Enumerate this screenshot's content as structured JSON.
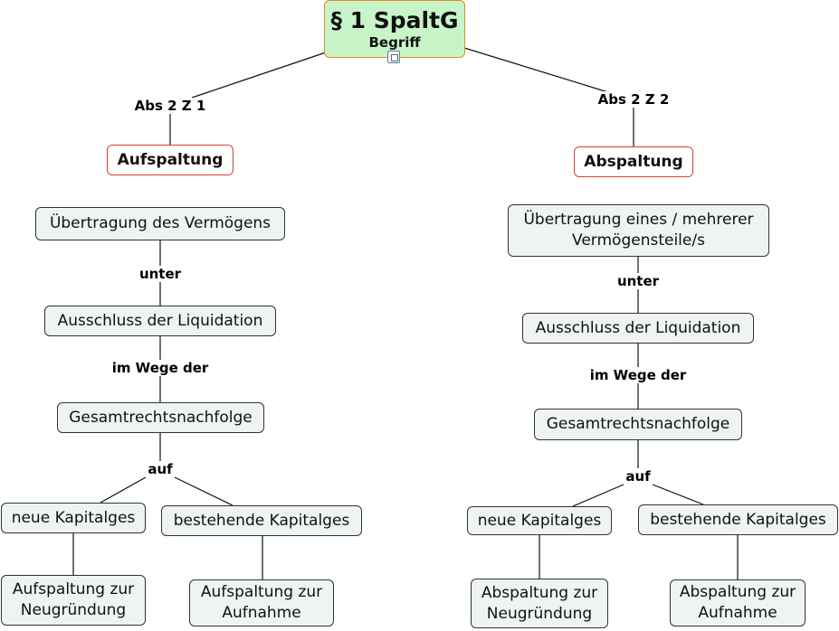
{
  "root": {
    "title": "§ 1 SpaltG",
    "subtitle": "Begriff",
    "icon": "note-icon"
  },
  "left": {
    "link_label": "Abs 2 Z 1",
    "branch": "Aufspaltung",
    "transfer": "Übertragung des Vermögens",
    "link_unter": "unter",
    "exclusion": "Ausschluss der Liquidation",
    "link_wege": "im Wege der",
    "succession": "Gesamtrechtsnachfolge",
    "link_auf": "auf",
    "new_company": "neue Kapitalges",
    "existing_company": "bestehende Kapitalges",
    "result_new": "Aufspaltung zur Neugründung",
    "result_existing": "Aufspaltung zur Aufnahme"
  },
  "right": {
    "link_label": "Abs 2 Z 2",
    "branch": "Abspaltung",
    "transfer": "Übertragung eines / mehrerer Vermögensteile/s",
    "link_unter": "unter",
    "exclusion": "Ausschluss der Liquidation",
    "link_wege": "im Wege der",
    "succession": "Gesamtrechtsnachfolge",
    "link_auf": "auf",
    "new_company": "neue Kapitalges",
    "existing_company": "bestehende Kapitalges",
    "result_new": "Abspaltung zur Neugründung",
    "result_existing": "Abspaltung zur Aufnahme"
  }
}
